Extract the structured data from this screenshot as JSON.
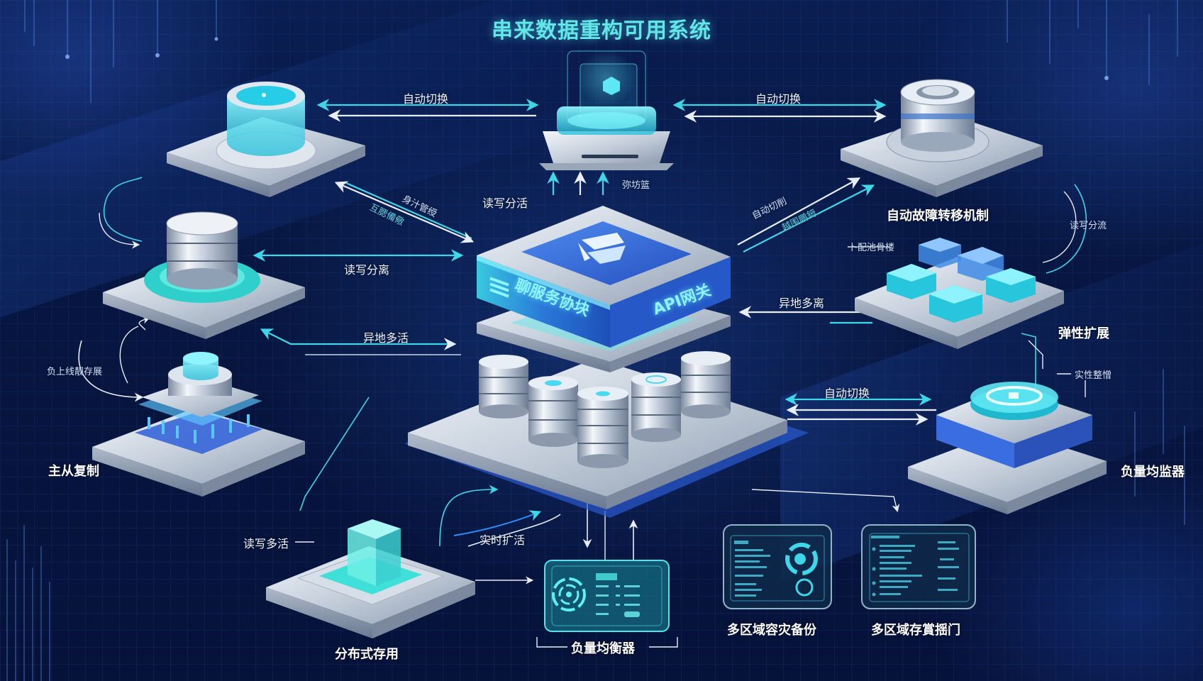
{
  "title": "串来数据重构可用系统",
  "colors": {
    "background": "#071640",
    "accent_cyan": "#3fd6e8",
    "accent_blue": "#2f6fe0",
    "title_color": "#62e6e8",
    "label_color": "#ffffff",
    "platform_silver": "#c8d2de"
  },
  "center_node": {
    "name": "API网关",
    "side_left_text": "聊服务协块",
    "side_right_text": "API网关",
    "top_logo": "logo-icon"
  },
  "nodes": [
    {
      "id": "top-gateway",
      "label": "",
      "sub_label": "弥坊篮",
      "icon": "holographic-server-icon"
    },
    {
      "id": "top-left-cylinder",
      "label": "",
      "icon": "glass-cylinder-icon"
    },
    {
      "id": "left-db",
      "label": "",
      "icon": "database-stack-icon"
    },
    {
      "id": "master-slave",
      "label": "主从复制",
      "icon": "replication-node-icon"
    },
    {
      "id": "distributed-storage",
      "label": "分布式存用",
      "icon": "storage-cube-icon"
    },
    {
      "id": "load-balancer-panel",
      "label": "负量均衡器",
      "icon": "dashboard-gauge-icon"
    },
    {
      "id": "dr-backup-panel",
      "label": "多区域容灾备份",
      "icon": "dashboard-donut-icon"
    },
    {
      "id": "region-storage-panel",
      "label": "多区域存賞揺门",
      "icon": "dashboard-list-icon"
    },
    {
      "id": "failover",
      "label": "自动故障转移机制",
      "icon": "database-disk-icon"
    },
    {
      "id": "elastic-scale",
      "label": "弹性扩展",
      "icon": "block-cluster-icon"
    },
    {
      "id": "load-monitor",
      "label": "负量均监器",
      "icon": "glowing-disc-icon"
    }
  ],
  "connections": [
    {
      "label": "自动切换",
      "position": "top-left"
    },
    {
      "label": "自动切换",
      "position": "top-right"
    },
    {
      "label": "读写分活",
      "position": "upper-center-left"
    },
    {
      "label": "身汁管绶",
      "position": "diagonal-upper-left"
    },
    {
      "label": "互腮備儆",
      "position": "diagonal-upper-left-sub"
    },
    {
      "label": "自动切削",
      "position": "diagonal-upper-right"
    },
    {
      "label": "越围鵬鉧",
      "position": "diagonal-upper-right-sub"
    },
    {
      "label": "读写分离",
      "position": "left-middle"
    },
    {
      "label": "异地多活",
      "position": "left-lower"
    },
    {
      "label": "负上线靓存展",
      "position": "far-left"
    },
    {
      "label": "异地多离",
      "position": "right-middle"
    },
    {
      "label": "卜配池骨楼",
      "position": "right-upper"
    },
    {
      "label": "读写分流",
      "position": "far-right-upper"
    },
    {
      "label": "自动切换",
      "position": "right-lower"
    },
    {
      "label": "实性整憎",
      "position": "far-right-lower"
    },
    {
      "label": "读写多活",
      "position": "bottom-left"
    },
    {
      "label": "实时扩活",
      "position": "bottom-center-left"
    }
  ]
}
